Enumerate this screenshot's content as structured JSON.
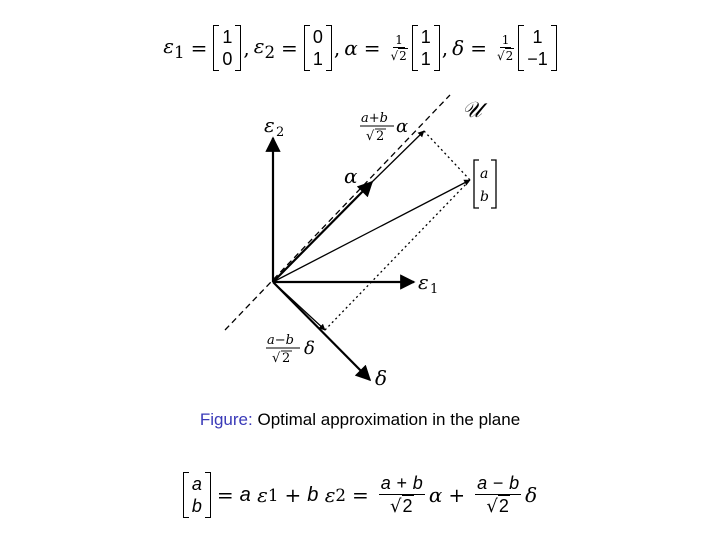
{
  "definitions": {
    "eps1": {
      "symbol": "ε",
      "sub": "1",
      "entries": [
        "1",
        "0"
      ]
    },
    "eps2": {
      "symbol": "ε",
      "sub": "2",
      "entries": [
        "0",
        "1"
      ]
    },
    "alpha": {
      "symbol": "α",
      "coef_num": "1",
      "coef_rad": "2",
      "entries": [
        "1",
        "1"
      ]
    },
    "delta": {
      "symbol": "δ",
      "coef_num": "1",
      "coef_rad": "2",
      "entries": [
        "1",
        "−1"
      ]
    },
    "equals": "=",
    "comma": ","
  },
  "diagram": {
    "subspace_label": "𝒰",
    "eps1_label": "ε",
    "eps1_sub": "1",
    "eps2_label": "ε",
    "eps2_sub": "2",
    "alpha_label": "α",
    "delta_label": "δ",
    "point_entries": [
      "a",
      "b"
    ],
    "proj_alpha": {
      "num": "a+b",
      "rad": "2",
      "sym": "α"
    },
    "proj_delta": {
      "num": "a−b",
      "rad": "2",
      "sym": "δ"
    },
    "sqrt_sign": "√"
  },
  "caption": {
    "prefix": "Figure:",
    "text": "Optimal approximation in the plane"
  },
  "bottom_equation": {
    "lhs_entries": [
      "a",
      "b"
    ],
    "equals": "=",
    "a": "a",
    "b": "b",
    "eps": "ε",
    "sub1": "1",
    "sub2": "2",
    "plus": "+",
    "minus": "−",
    "alpha": "α",
    "delta": "δ",
    "rad": "2"
  }
}
